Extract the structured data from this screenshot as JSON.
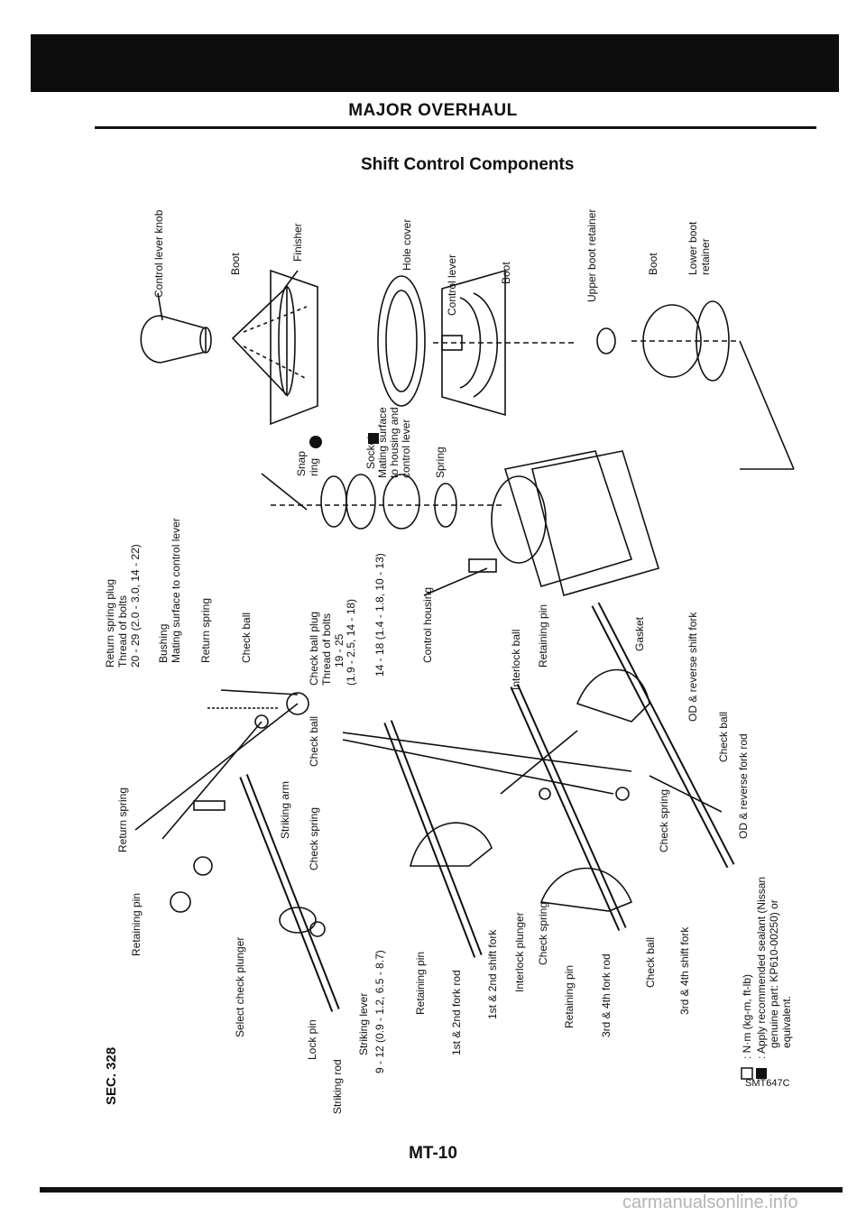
{
  "header": {
    "title": "MAJOR OVERHAUL",
    "section_title": "Shift Control Components"
  },
  "section_code": "SEC. 328",
  "labels": {
    "control_lever_knob": "Control lever knob",
    "boot_upper": "Boot",
    "finisher": "Finisher",
    "hole_cover": "Hole cover",
    "control_lever": "Control lever",
    "boot_mid": "Boot",
    "upper_boot_retainer": "Upper boot retainer",
    "boot_lower": "Boot",
    "lower_boot_retainer_1": "Lower boot",
    "lower_boot_retainer_2": "retainer",
    "snap_ring_1": "Snap",
    "snap_ring_2": "ring",
    "socket": "Socket",
    "socket_note_1": "Mating surface",
    "socket_note_2": "to housing and",
    "socket_note_3": "control lever",
    "spring": "Spring",
    "return_spring_plug": "Return spring plug",
    "thread_of_bolts_a": "Thread of bolts",
    "torque_a": "20 - 29 (2.0 - 3.0, 14 - 22)",
    "bushing": "Bushing",
    "mating_surface": "Mating surface to control lever",
    "return_spring_a": "Return spring",
    "check_ball_a": "Check ball",
    "check_ball_plug": "Check ball plug",
    "thread_of_bolts_b": "Thread of bolts",
    "torque_b_1": "19 - 25",
    "torque_b_2": "(1.9 - 2.5, 14 - 18)",
    "torque_c": "14 - 18 (1.4 - 1.8, 10 - 13)",
    "control_housing": "Control housing",
    "gasket": "Gasket",
    "od_reverse_shift_fork": "OD & reverse shift fork",
    "interlock_ball": "Interlock ball",
    "retaining_pin_a": "Retaining pin",
    "return_spring_b": "Return spring",
    "retaining_pin_b": "Retaining pin",
    "select_check_plunger": "Select check plunger",
    "striking_arm": "Striking arm",
    "check_spring_a": "Check spring",
    "check_ball_b": "Check ball",
    "check_ball_c": "Check ball",
    "od_reverse_fork_rod": "OD & reverse fork rod",
    "check_spring_b": "Check spring",
    "interlock_plunger": "Interlock plunger",
    "check_spring_c": "Check spring",
    "retaining_pin_c": "Retaining pin",
    "check_ball_d": "Check ball",
    "third_fourth_fork_rod": "3rd & 4th fork rod",
    "third_fourth_shift_fork": "3rd & 4th shift fork",
    "first_second_shift_fork": "1st & 2nd shift fork",
    "first_second_fork_rod": "1st & 2nd fork rod",
    "retaining_pin_d": "Retaining pin",
    "striking_lever": "Striking lever",
    "torque_d": "9 - 12 (0.9 - 1.2, 6.5 - 8.7)",
    "lock_pin": "Lock pin",
    "striking_rod": "Striking rod"
  },
  "legend": {
    "line1": ": N·m (kg-m, ft-lb)",
    "line2": ": Apply recommended sealant (Nissan",
    "line3": "genuine part: KP610-00250) or",
    "line4": "equivalent."
  },
  "figure_code": "SMT647C",
  "page_number": "MT-10",
  "watermark": "carmanualsonline.info"
}
